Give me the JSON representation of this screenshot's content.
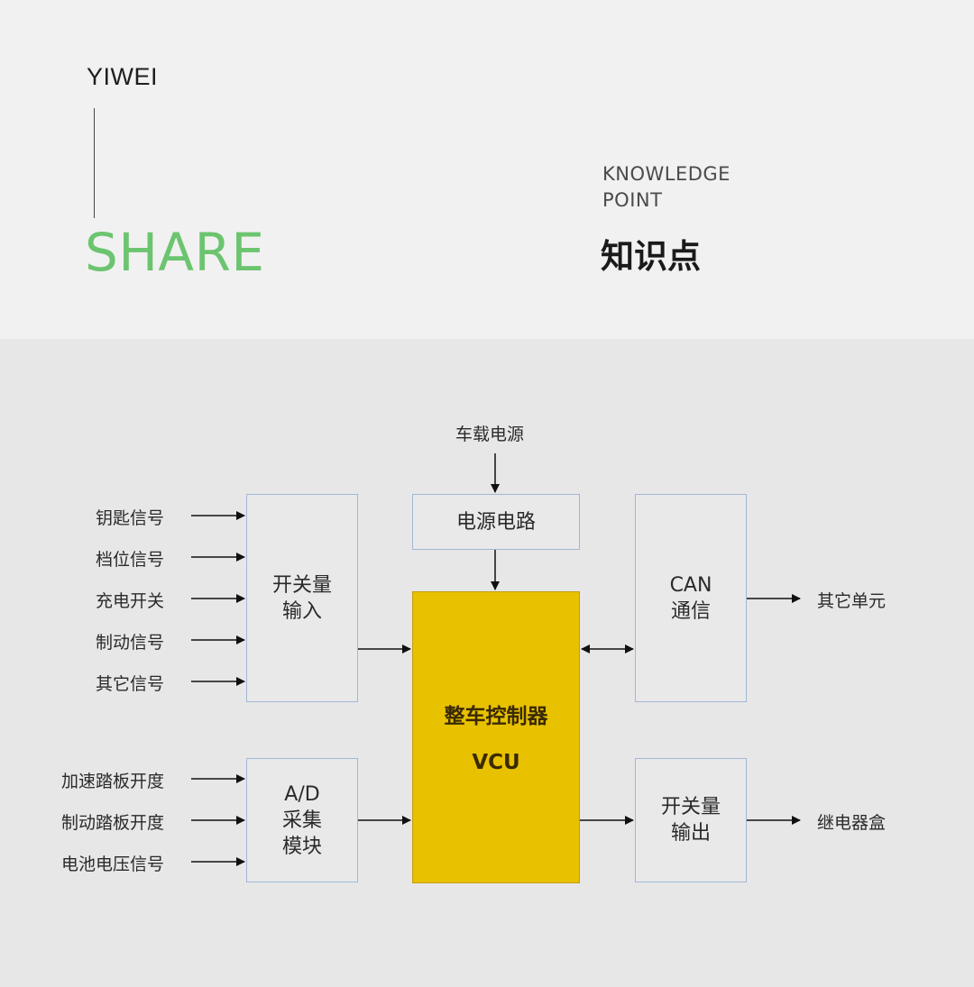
{
  "header": {
    "brand": "YIWEI",
    "share": "SHARE",
    "knowledge_line1": "KNOWLEDGE",
    "knowledge_line2": "POINT",
    "knowledge_cn": "知识点"
  },
  "diagram": {
    "power_source": "车载电源",
    "power_circuit": "电源电路",
    "switch_input": [
      "开关量",
      "输入"
    ],
    "ad_module": [
      "A/D",
      "采集",
      "模块"
    ],
    "vcu_title": "整车控制器",
    "vcu_sub": "VCU",
    "can": [
      "CAN",
      "通信"
    ],
    "switch_output": [
      "开关量",
      "输出"
    ],
    "switch_inputs": [
      "钥匙信号",
      "档位信号",
      "充电开关",
      "制动信号",
      "其它信号"
    ],
    "analog_inputs": [
      "加速踏板开度",
      "制动踏板开度",
      "电池电压信号"
    ],
    "other_units": "其它单元",
    "relay_box": "继电器盒"
  },
  "colors": {
    "share_green": "#6cc46f",
    "vcu_fill": "#e8c100",
    "box_border": "#9fb8d6"
  }
}
